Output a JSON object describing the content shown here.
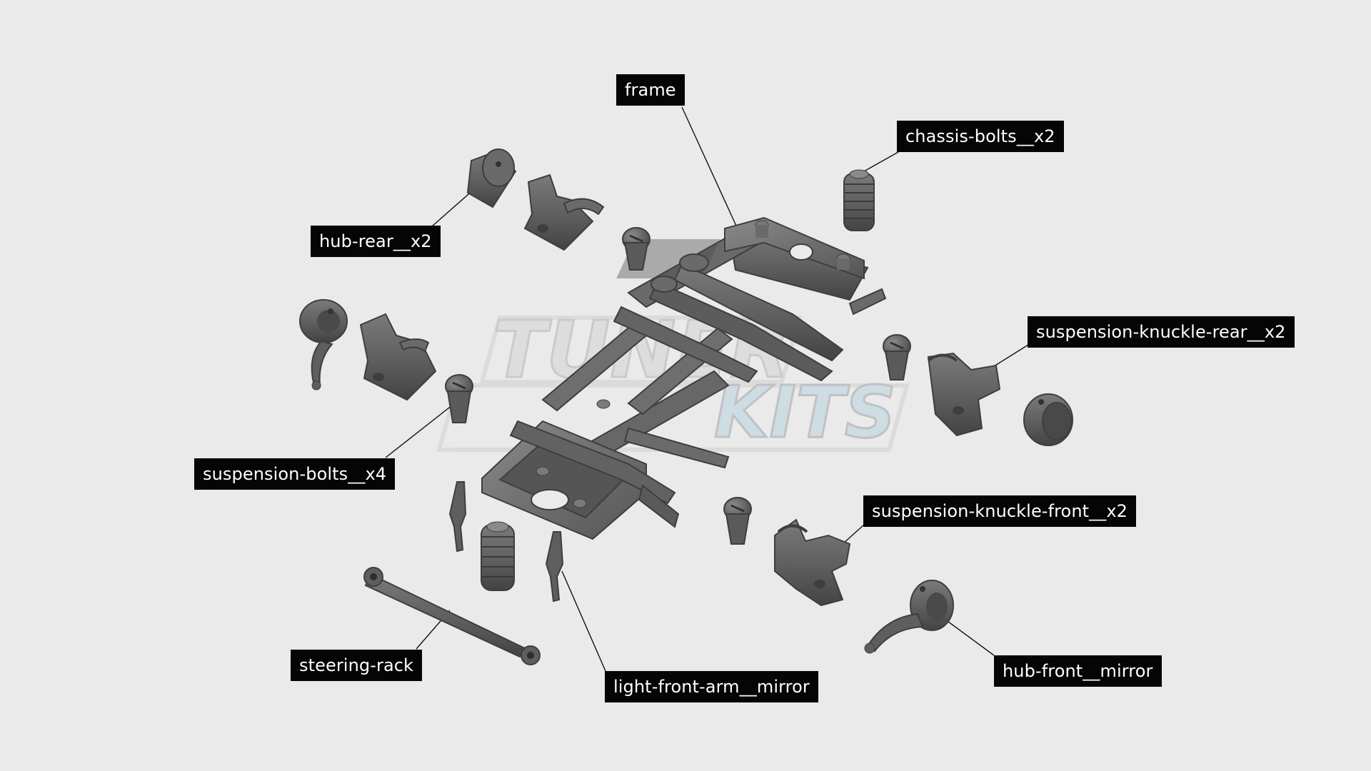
{
  "background_color": "#eaeaea",
  "part_color": "#5c5c5c",
  "label_bg_color": "#050505",
  "label_text_color": "#ffffff",
  "watermark": {
    "line1": "TUNER",
    "line2": "KITS",
    "accent_color": "#b8d2e0"
  },
  "labels": {
    "frame": "frame",
    "chassis_bolts": "chassis-bolts__x2",
    "hub_rear": "hub-rear__x2",
    "suspension_knuckle_rear": "suspension-knuckle-rear__x2",
    "suspension_bolts": "suspension-bolts__x4",
    "suspension_knuckle_front": "suspension-knuckle-front__x2",
    "steering_rack": "steering-rack",
    "light_front_arm": "light-front-arm__mirror",
    "hub_front": "hub-front__mirror"
  }
}
